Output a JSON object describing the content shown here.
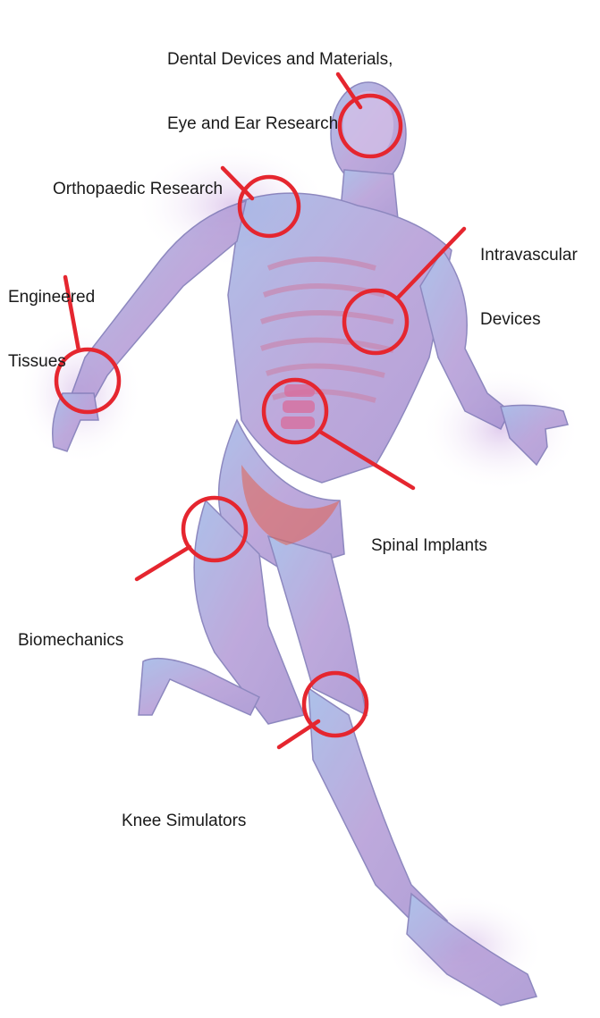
{
  "colors": {
    "callout": "#e5262f",
    "body_fill": "#a9a0d8",
    "body_stroke": "#6f6aa8",
    "bone": "#c98bb4",
    "text": "#1a1a1a"
  },
  "callouts": [
    {
      "id": "dental",
      "label_lines": [
        "Dental Devices and Materials,",
        "Eye and Ear Research"
      ]
    },
    {
      "id": "orthopaedic",
      "label_lines": [
        "Orthopaedic Research"
      ]
    },
    {
      "id": "intravascular",
      "label_lines": [
        "Intravascular",
        "Devices"
      ]
    },
    {
      "id": "engineered-tissues",
      "label_lines": [
        "Engineered",
        "Tissues"
      ]
    },
    {
      "id": "spinal",
      "label_lines": [
        "Spinal Implants"
      ]
    },
    {
      "id": "biomechanics",
      "label_lines": [
        "Biomechanics"
      ]
    },
    {
      "id": "knee",
      "label_lines": [
        "Knee Simulators"
      ]
    }
  ]
}
